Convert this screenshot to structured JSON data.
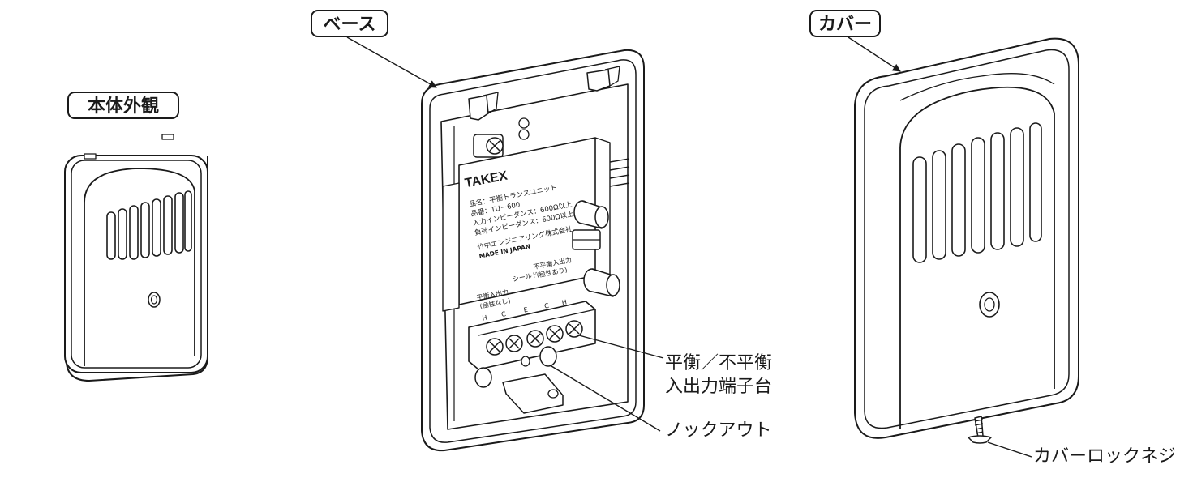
{
  "headings": {
    "body": "本体外観",
    "base": "ベース",
    "cover": "カバー"
  },
  "callouts": {
    "terminal_line1": "平衡／不平衡",
    "terminal_line2": "入出力端子台",
    "knockout": "ノックアウト",
    "cover_screw": "カバーロックネジ"
  },
  "label_plate": {
    "brand": "TAKEX",
    "line1": "品名：平衡トランスユニット",
    "line2": "品番：TU－600",
    "line3": "入力インピーダンス：600Ω以上",
    "line4": "負荷インピーダンス：600Ω以上",
    "maker": "竹中エンジニアリング株式会社",
    "origin": "MADE IN JAPAN"
  },
  "terminal_labels": {
    "group1_line1": "平衡入出力",
    "group1_line2": "(極性なし)",
    "group2": "シールド",
    "group3_line1": "不平衡入出力",
    "group3_line2": "(極性あり)",
    "pins": [
      "H",
      "C",
      "E",
      "C",
      "H"
    ]
  }
}
